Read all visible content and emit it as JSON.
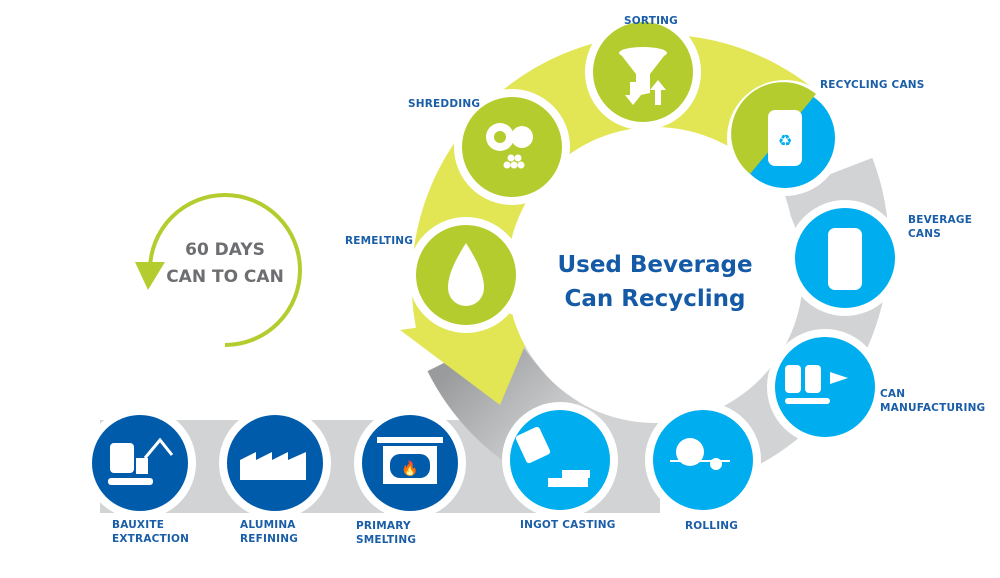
{
  "title_line1": "Used Beverage",
  "title_line2": "Can Recycling",
  "cycle_line1": "60 DAYS",
  "cycle_line2": "CAN TO CAN",
  "steps": {
    "sorting": "SORTING",
    "recycling_cans": "RECYCLING CANS",
    "beverage_cans_1": "BEVERAGE",
    "beverage_cans_2": "CANS",
    "can_manufacturing_1": "CAN",
    "can_manufacturing_2": "MANUFACTURING",
    "rolling": "ROLLING",
    "ingot_casting": "INGOT CASTING",
    "remelting": "REMELTING",
    "shredding": "SHREDDING",
    "bauxite_1": "BAUXITE",
    "bauxite_2": "EXTRACTION",
    "alumina_1": "ALUMINA",
    "alumina_2": "REFINING",
    "primary_1": "PRIMARY",
    "primary_2": "SMELTING"
  },
  "colors": {
    "green": "#b5cc2e",
    "yellow": "#e2e655",
    "light_blue": "#00aeef",
    "dark_blue": "#005baa",
    "gray": "#d1d3d4",
    "text_blue": "#1a5ea8"
  }
}
